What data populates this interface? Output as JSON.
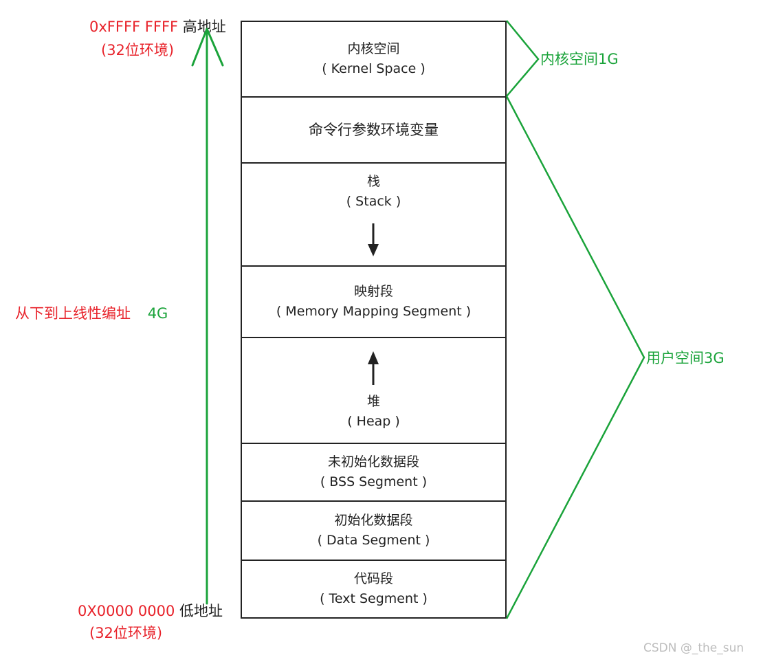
{
  "left_labels": {
    "high_address": "0xFFFF FFFF",
    "high_address_suffix": "高地址",
    "high_env": "(32位环境)",
    "linear_desc": "从下到上线性编址",
    "linear_size": "4G",
    "low_address": "0X0000 0000",
    "low_address_suffix": "低地址",
    "low_env": "(32位环境)"
  },
  "segments": [
    {
      "cn": "内核空间",
      "en": "( Kernel Space )"
    },
    {
      "cn": "命令行参数环境变量",
      "en": ""
    },
    {
      "cn": "栈",
      "en": "( Stack )"
    },
    {
      "cn": "映射段",
      "en": "( Memory Mapping Segment )"
    },
    {
      "cn": "堆",
      "en": "( Heap )"
    },
    {
      "cn": "未初始化数据段",
      "en": "( BSS Segment )"
    },
    {
      "cn": "初始化数据段",
      "en": "( Data Segment )"
    },
    {
      "cn": "代码段",
      "en": "( Text Segment )"
    }
  ],
  "right_labels": {
    "kernel_space": "内核空间1G",
    "user_space": "用户空间3G"
  },
  "watermark": "CSDN @_the_sun",
  "colors": {
    "red": "#e8232b",
    "green": "#1aa33a",
    "border": "#222222"
  }
}
